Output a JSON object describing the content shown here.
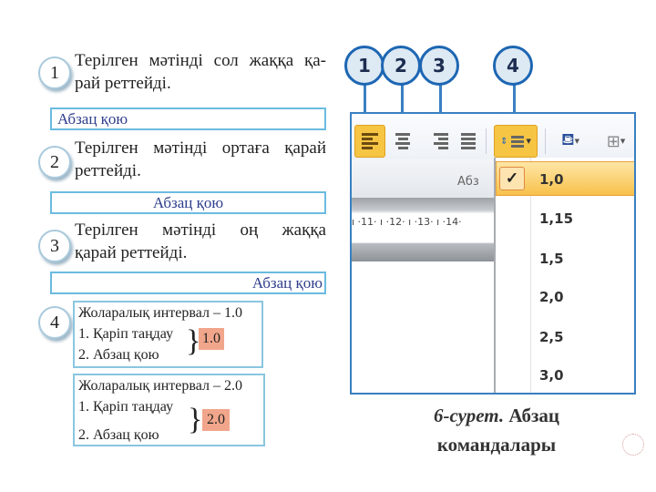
{
  "left": {
    "items": [
      {
        "number": "1",
        "lines": [
          "Терілген мәтінді сол жаққа қа-",
          "рай реттейді."
        ],
        "example": "Абзац қою",
        "align": "left"
      },
      {
        "number": "2",
        "lines": [
          "Терілген мәтінді ортаға қарай",
          "реттейді."
        ],
        "example": "Абзац қою",
        "align": "center"
      },
      {
        "number": "3",
        "lines": [
          "Терілген мәтінді оң жаққа",
          "қарай реттейді."
        ],
        "example": "Абзац қою",
        "align": "right"
      }
    ],
    "item4": {
      "number": "4",
      "boxes": [
        {
          "title": "Жоларалық интервал – 1.0",
          "step1": "1. Қаріп таңдау",
          "step2": "2. Абзац қою",
          "value": "1.0"
        },
        {
          "title": "Жоларалық интервал – 2.0",
          "step1": "1. Қаріп таңдау",
          "step2": "2. Абзац қою",
          "value": "2.0"
        }
      ]
    }
  },
  "figure": {
    "callouts": [
      "1",
      "2",
      "3",
      "4"
    ],
    "group_label": "Абз",
    "ruler": "ı ·11· ı ·12· ı ·13· ı ·14·",
    "check": "✓",
    "spacing_options": [
      "1,0",
      "1,15",
      "1,5",
      "2,0",
      "2,5",
      "3,0"
    ],
    "selected": "1,0",
    "caption_italic": "6-сурет.",
    "caption_rest": " Абзац",
    "caption_line2": "командалары"
  },
  "colors": {
    "accent": "#3a7fc1",
    "highlight": "#f8c840",
    "tag": "#f1a68b"
  }
}
